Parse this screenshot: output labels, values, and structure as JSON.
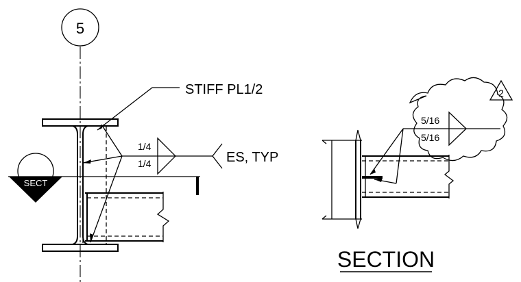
{
  "gridline": {
    "label": "5"
  },
  "callouts": {
    "stiffener": "STIFF PL1/2",
    "weld_note": "ES, TYP",
    "weld_size_top": "1/4",
    "weld_size_bottom": "1/4"
  },
  "section_marker": {
    "label": "SECT"
  },
  "section_view": {
    "title": "SECTION",
    "weld_size_top": "5/16",
    "weld_size_bottom": "5/16",
    "revision_tag": "2"
  },
  "colors": {
    "line": "#000000",
    "background": "#ffffff"
  }
}
